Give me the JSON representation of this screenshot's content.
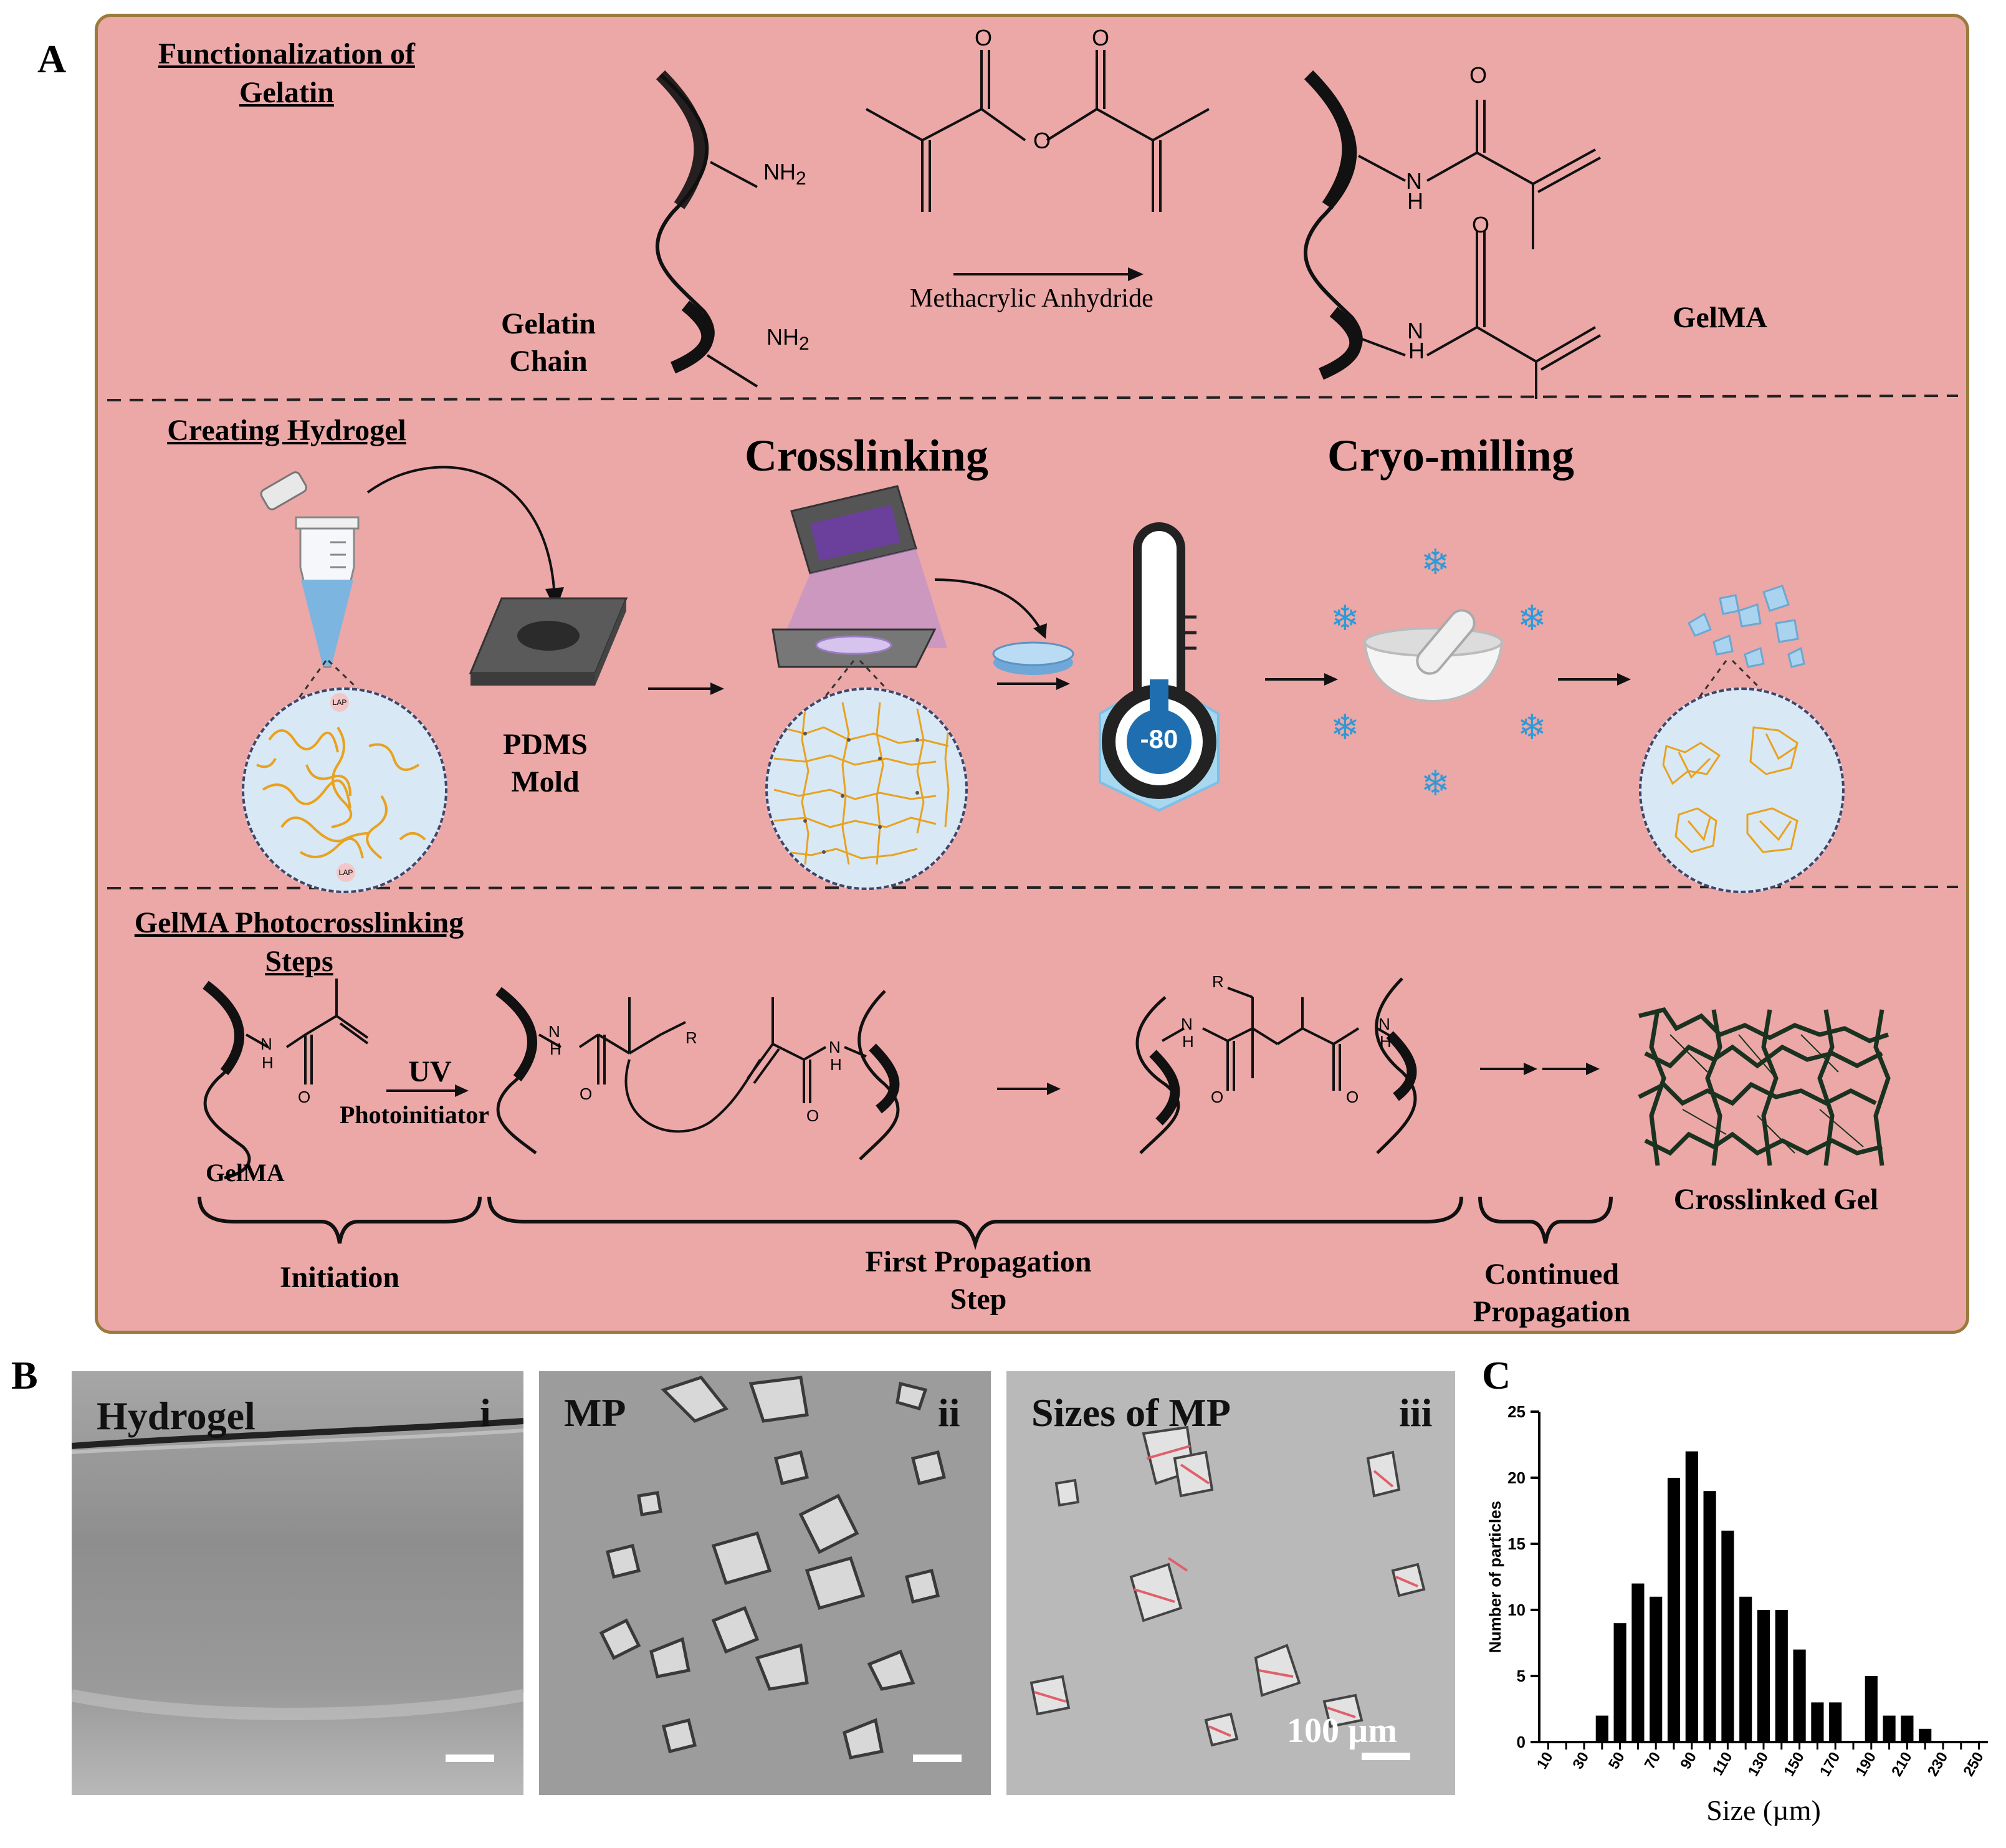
{
  "panel_letters": {
    "a": "A",
    "b": "B",
    "c": "C"
  },
  "functionalization": {
    "title_line1": "Functionalization of",
    "title_line2": "Gelatin",
    "gelatin_line1": "Gelatin",
    "gelatin_line2": "Chain",
    "nh2": "NH",
    "nh2_sub": "2",
    "reagent": "Methacrylic Anhydride",
    "product": "GelMA",
    "o": "O",
    "n": "N",
    "h": "H"
  },
  "hydrogel": {
    "title": "Creating Hydrogel",
    "crosslinking": "Crosslinking",
    "cryomilling": "Cryo-milling",
    "pdms_line1": "PDMS",
    "pdms_line2": "Mold",
    "lap": "LAP",
    "temp": "-80"
  },
  "photocrosslinking": {
    "title_line1": "GelMA Photocrosslinking",
    "title_line2": "Steps",
    "uv": "UV",
    "photoinitiator": "Photoinitiator",
    "gelma": "GelMA",
    "r": "R",
    "crosslinked_gel": "Crosslinked Gel",
    "initiation": "Initiation",
    "first_line1": "First Propagation",
    "first_line2": "Step",
    "continued_line1": "Continued",
    "continued_line2": "Propagation"
  },
  "micrographs": [
    {
      "label": "Hydrogel",
      "index": "i"
    },
    {
      "label": "MP",
      "index": "ii"
    },
    {
      "label": "Sizes of MP",
      "index": "iii",
      "scale_text": "100 µm"
    }
  ],
  "chart_data": {
    "type": "bar",
    "categories": [
      "10",
      "20",
      "30",
      "40",
      "50",
      "60",
      "70",
      "80",
      "90",
      "100",
      "110",
      "120",
      "130",
      "140",
      "150",
      "160",
      "170",
      "180",
      "190",
      "200",
      "210",
      "220",
      "230",
      "240",
      "250"
    ],
    "tick_labels": [
      "10",
      "30",
      "50",
      "70",
      "90",
      "110",
      "130",
      "150",
      "170",
      "190",
      "210",
      "230",
      "250"
    ],
    "values": [
      0,
      0,
      0,
      2,
      9,
      12,
      11,
      20,
      22,
      19,
      16,
      11,
      10,
      10,
      7,
      3,
      3,
      0,
      5,
      2,
      2,
      1,
      0,
      0,
      0
    ],
    "xlabel": "Size (µm)",
    "ylabel": "Number of particles",
    "ylim": [
      0,
      25
    ],
    "yticks": [
      "0",
      "5",
      "10",
      "15",
      "20",
      "25"
    ],
    "color": "#000000"
  }
}
